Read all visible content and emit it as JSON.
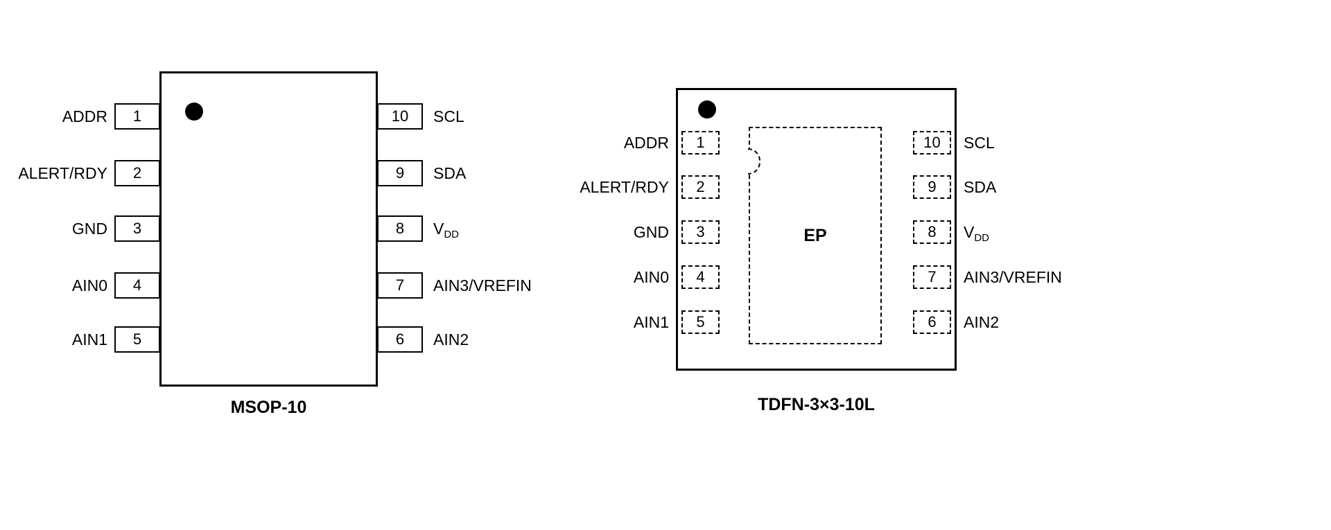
{
  "colors": {
    "line": "#000000",
    "background": "#ffffff"
  },
  "packages": {
    "msop": {
      "caption": "MSOP-10",
      "left_pins": [
        {
          "num": "1",
          "label": "ADDR"
        },
        {
          "num": "2",
          "label": "ALERT/RDY"
        },
        {
          "num": "3",
          "label": "GND"
        },
        {
          "num": "4",
          "label": "AIN0"
        },
        {
          "num": "5",
          "label": "AIN1"
        }
      ],
      "right_pins": [
        {
          "num": "10",
          "label": "SCL",
          "sub": ""
        },
        {
          "num": "9",
          "label": "SDA",
          "sub": ""
        },
        {
          "num": "8",
          "label": "V",
          "sub": "DD"
        },
        {
          "num": "7",
          "label": "AIN3/VREFIN",
          "sub": ""
        },
        {
          "num": "6",
          "label": "AIN2",
          "sub": ""
        }
      ]
    },
    "tdfn": {
      "caption": "TDFN-3×3-10L",
      "ep_label": "EP",
      "left_pins": [
        {
          "num": "1",
          "label": "ADDR"
        },
        {
          "num": "2",
          "label": "ALERT/RDY"
        },
        {
          "num": "3",
          "label": "GND"
        },
        {
          "num": "4",
          "label": "AIN0"
        },
        {
          "num": "5",
          "label": "AIN1"
        }
      ],
      "right_pins": [
        {
          "num": "10",
          "label": "SCL",
          "sub": ""
        },
        {
          "num": "9",
          "label": "SDA",
          "sub": ""
        },
        {
          "num": "8",
          "label": "V",
          "sub": "DD"
        },
        {
          "num": "7",
          "label": "AIN3/VREFIN",
          "sub": ""
        },
        {
          "num": "6",
          "label": "AIN2",
          "sub": ""
        }
      ]
    }
  }
}
